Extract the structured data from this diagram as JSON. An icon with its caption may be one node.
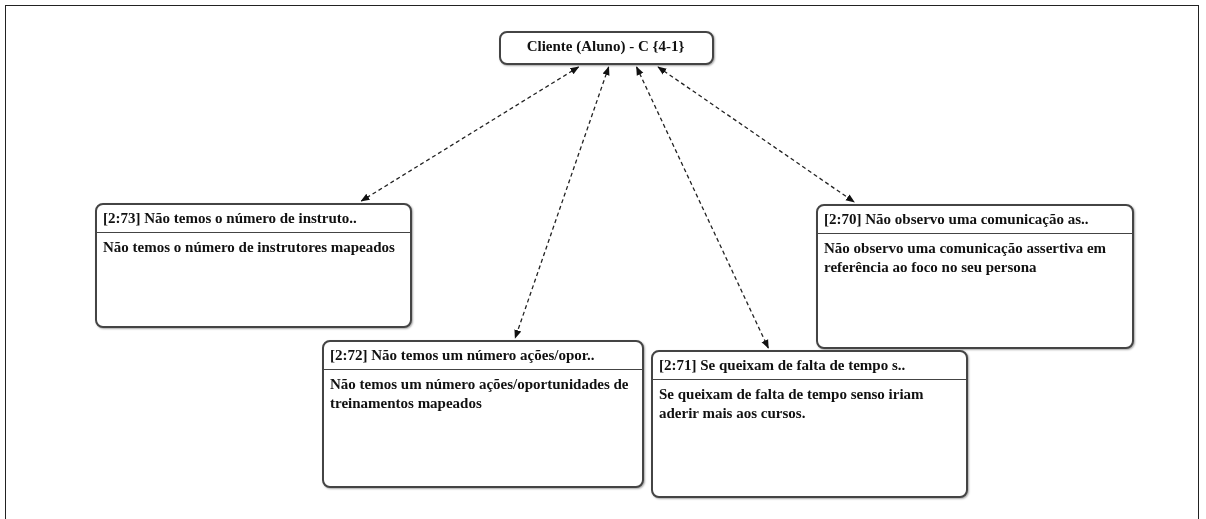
{
  "diagram": {
    "nodes": [
      {
        "text": [
          "Cliente (Aluno) - C {4-1}"
        ]
      },
      {
        "text": [
          "[2:73] Não temos o número de instruto..",
          "Não temos o número de instrutores mapeados"
        ]
      },
      {
        "text": [
          "[2:70] Não observo uma comunicação as..",
          "Não observo uma comunicação assertiva em referência ao foco no seu persona"
        ]
      },
      {
        "text": [
          "[2:72] Não temos um número ações/opor..",
          "Não temos um número ações/oportunidades de treinamentos mapeados"
        ]
      },
      {
        "text": [
          "[2:71] Se queixam de falta de tempo s..",
          "Se queixam de falta de tempo senso iriam aderir mais aos cursos."
        ]
      }
    ],
    "edges": [
      {
        "from": 0,
        "to": 1,
        "arrow": "both",
        "style": "dashed"
      },
      {
        "from": 0,
        "to": 3,
        "arrow": "both",
        "style": "dashed"
      },
      {
        "from": 0,
        "to": 4,
        "arrow": "both",
        "style": "dashed"
      },
      {
        "from": 0,
        "to": 2,
        "arrow": "both",
        "style": "dashed"
      }
    ]
  }
}
